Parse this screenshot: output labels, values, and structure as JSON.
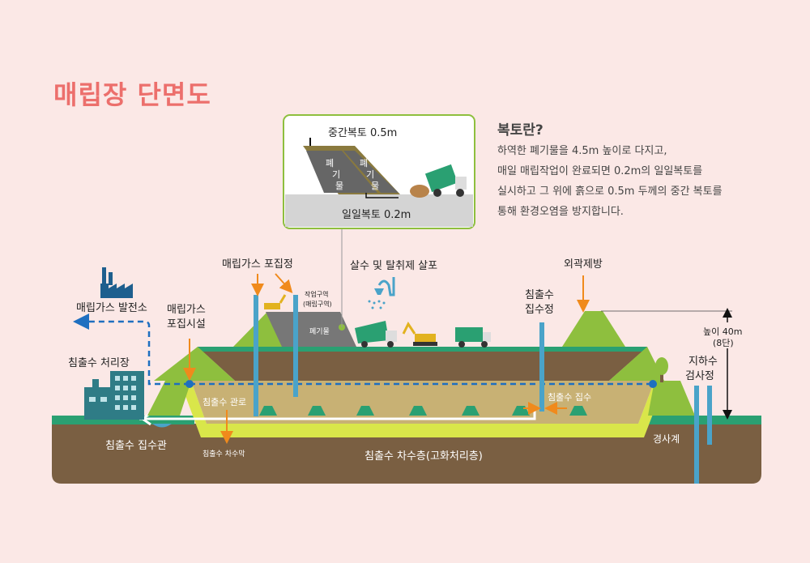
{
  "page": {
    "title": "매립장 단면도"
  },
  "info": {
    "heading": "복토란?",
    "lines": [
      "하역한 폐기물을 4.5m 높이로 다지고,",
      "매일 매립작업이 완료되면 0.2m의 일일복토를",
      "실시하고 그 위에 흙으로 0.5m 두께의 중간 복토를",
      "통해 환경오염을 방지합니다."
    ]
  },
  "inset": {
    "top_label": "중간복토 0.5m",
    "bottom_label": "일일복토 0.2m",
    "waste_1": "폐\n기\n물",
    "waste_2": "폐\n기\n물"
  },
  "labels": {
    "gas_plant": "매립가스 발전소",
    "leachate_plant": "침출수 처리장",
    "gas_facility_1": "매립가스",
    "gas_facility_2": "포집시설",
    "gas_well": "매립가스 포집정",
    "work_zone_1": "작업구역",
    "work_zone_2": "(매립구역)",
    "waste_mound": "폐기물",
    "spray": "살수 및 탈취제 살포",
    "leachate_well_1": "침출수",
    "leachate_well_2": "집수정",
    "embankment": "외곽제방",
    "height_1": "높이 40m",
    "height_2": "(8단)",
    "groundwater_1": "지하수",
    "groundwater_2": "검사정",
    "leachate_pipe": "침출수 관로",
    "leachate_collect": "침출수 집수",
    "collect_pipe": "침출수 집수관",
    "barrier_small": "침출수 차수막",
    "barrier_layer": "침출수 차수층(고화처리층)",
    "slope": "경사계"
  },
  "colors": {
    "background": "#fbe8e6",
    "title": "#ec6f6c",
    "soil": "#7a5f42",
    "grass": "#8ebf3e",
    "road_green": "#2aa072",
    "pipe_blue": "#4aa3c9",
    "barrier_yellow": "#d9e64a",
    "waste_tan": "#c8b174",
    "arrow_orange": "#f08a1c",
    "dash_blue": "#1e6fc0"
  }
}
